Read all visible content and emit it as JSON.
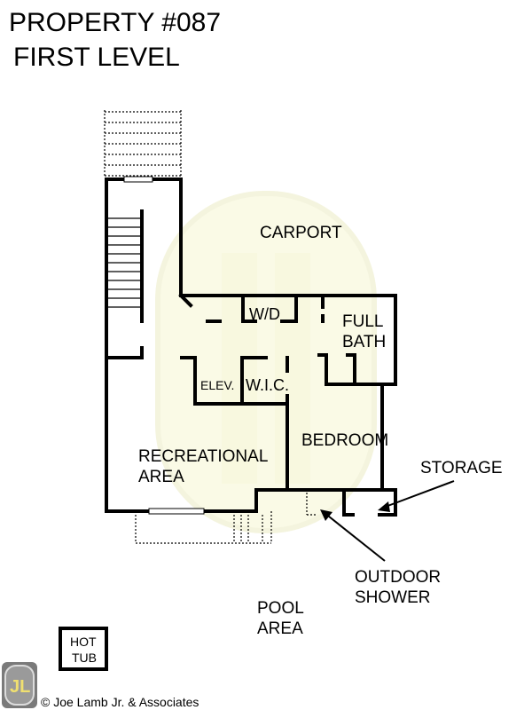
{
  "header": {
    "property": "PROPERTY #087",
    "level": "FIRST LEVEL"
  },
  "rooms": {
    "carport": "CARPORT",
    "wd": "W/D",
    "full_bath_1": "FULL",
    "full_bath_2": "BATH",
    "elev": "ELEV.",
    "wic": "W.I.C.",
    "bedroom": "BEDROOM",
    "rec_1": "RECREATIONAL",
    "rec_2": "AREA",
    "storage": "STORAGE",
    "shower_1": "OUTDOOR",
    "shower_2": "SHOWER",
    "pool_1": "POOL",
    "pool_2": "AREA",
    "hottub_1": "HOT",
    "hottub_2": "TUB"
  },
  "footer": {
    "logo_text": "JL",
    "copyright": "© Joe Lamb Jr. & Associates"
  },
  "colors": {
    "watermark": "#fbfbe6",
    "logo_bg": "#7a7a7a",
    "logo_text": "#f0e070"
  }
}
